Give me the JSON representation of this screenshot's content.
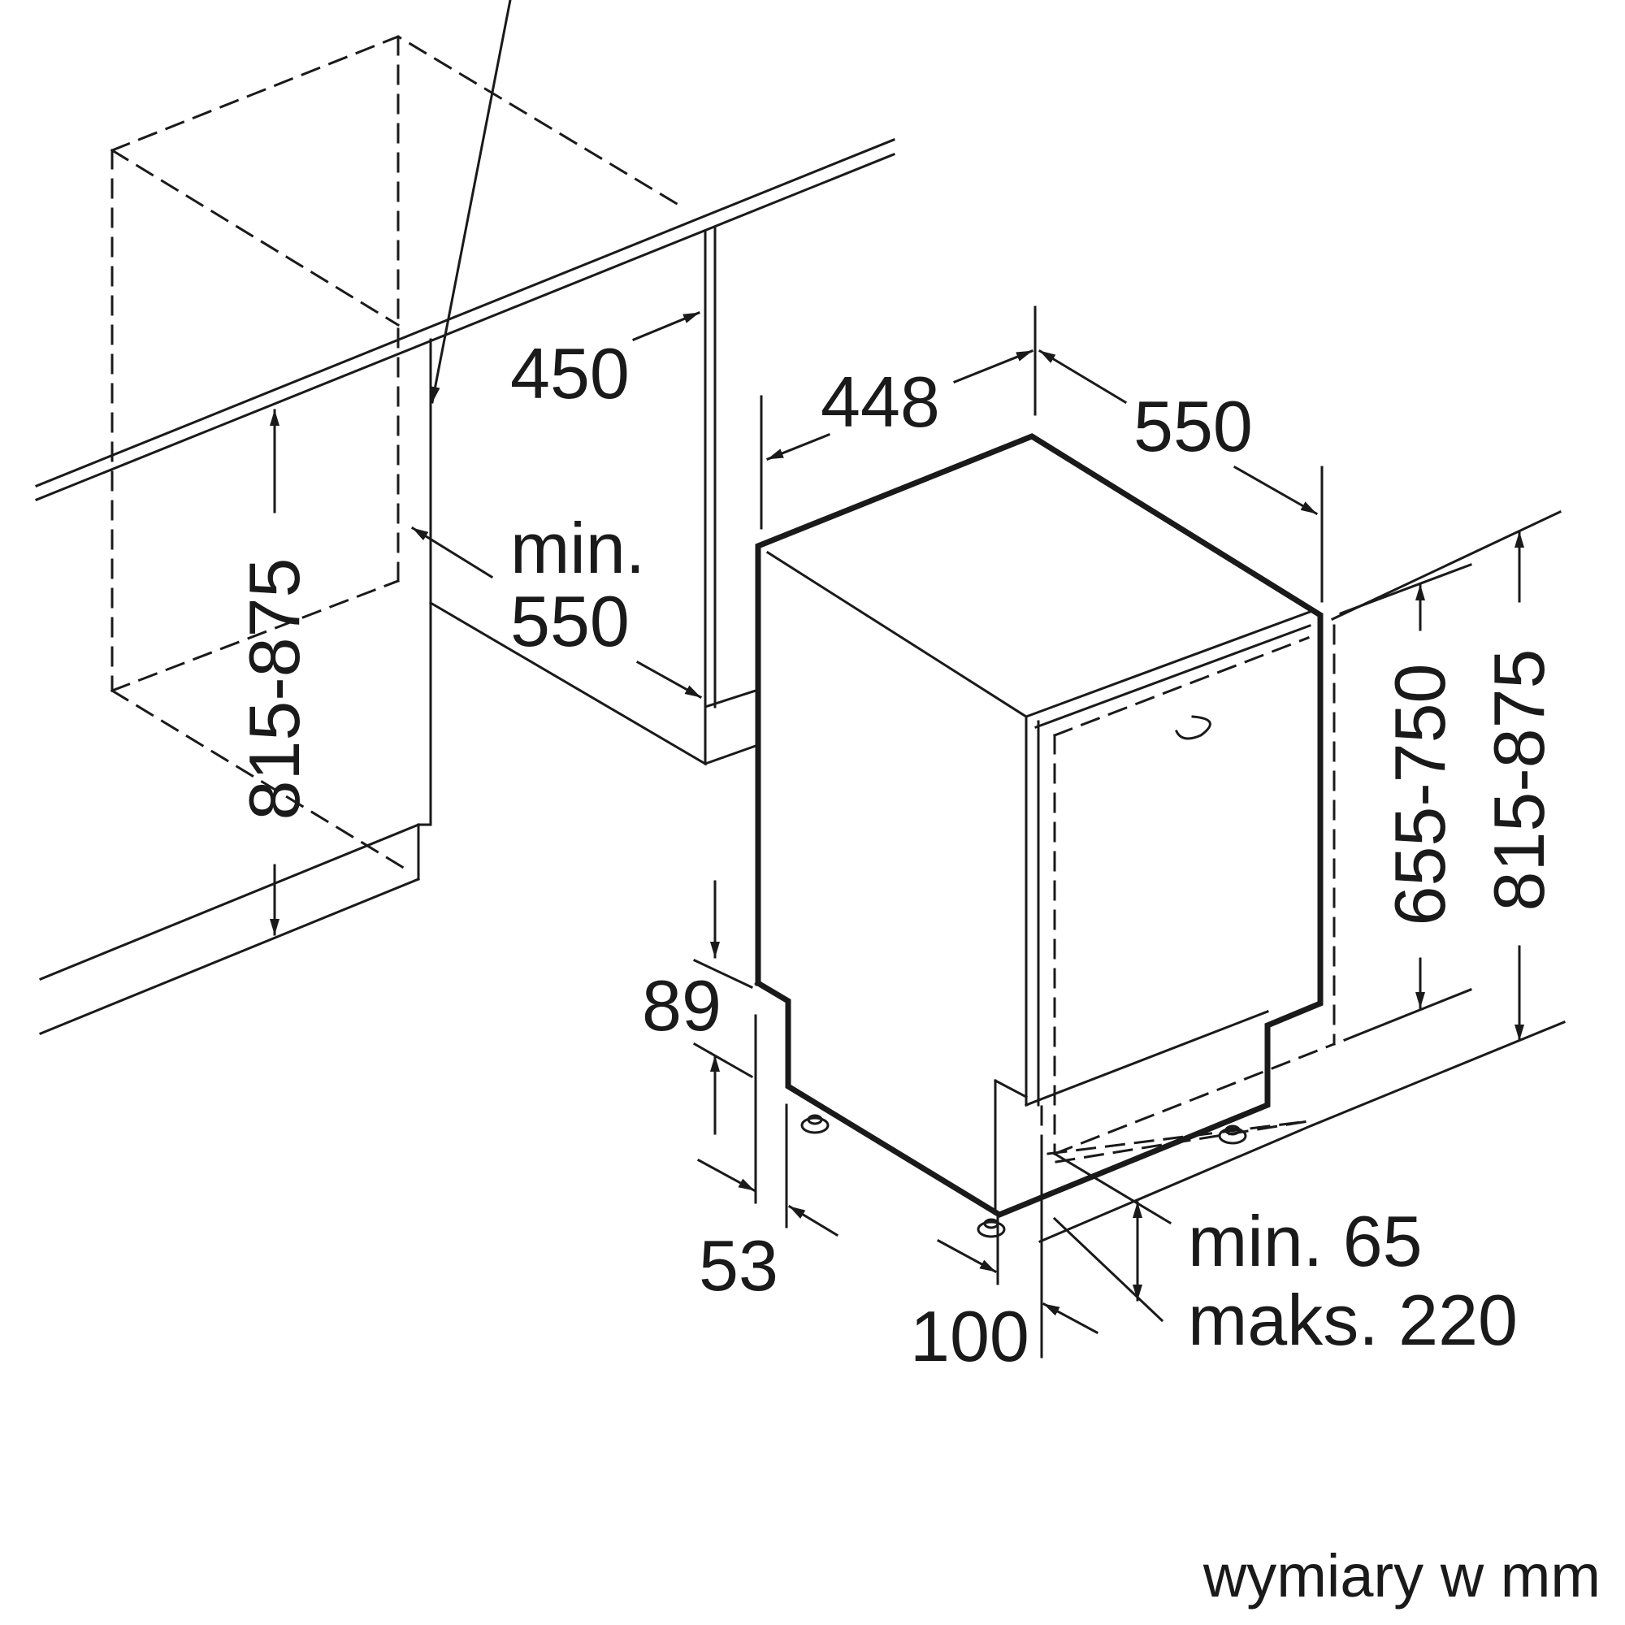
{
  "dimensions": {
    "cabinet_depth": "450",
    "cabinet_height": "815-875",
    "niche_depth_line1": "min.",
    "niche_depth_line2": "550",
    "width": "448",
    "depth": "550",
    "door_height": "655-750",
    "height_right": "815-875",
    "plinth_top": "89",
    "plinth_gap": "53",
    "front_offset": "100",
    "plinth_min": "min. 65",
    "plinth_max": "maks. 220"
  },
  "footer": {
    "units_note": "wymiary w mm"
  }
}
